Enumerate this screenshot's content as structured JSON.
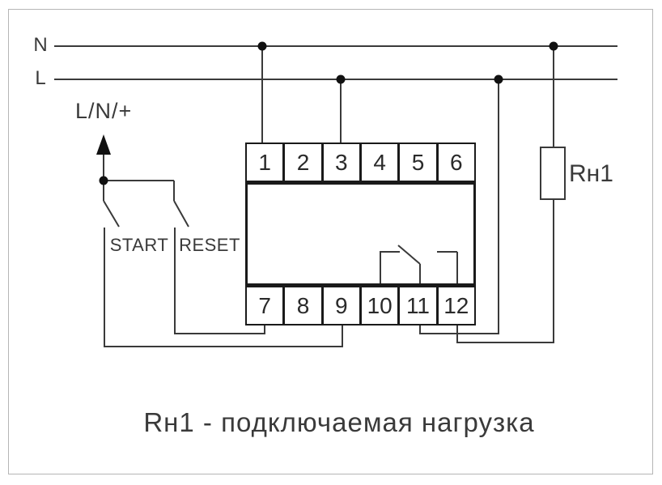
{
  "diagram": {
    "caption": "Rн1 - подключаемая нагрузка",
    "power_lines": {
      "neutral_label": "N",
      "phase_label": "L"
    },
    "input_label": "L/N/+",
    "switches": {
      "start_label": "START",
      "reset_label": "RESET"
    },
    "load_label": "Rн1",
    "device": {
      "top_terminals": [
        "1",
        "2",
        "3",
        "4",
        "5",
        "6"
      ],
      "bottom_terminals": [
        "7",
        "8",
        "9",
        "10",
        "11",
        "12"
      ]
    },
    "colors": {
      "wire": "#3a3a3a",
      "device_border": "#1a1a1a",
      "dot": "#111111",
      "text": "#3a3a3a",
      "frame": "#b5b5b5",
      "background": "#ffffff"
    }
  }
}
